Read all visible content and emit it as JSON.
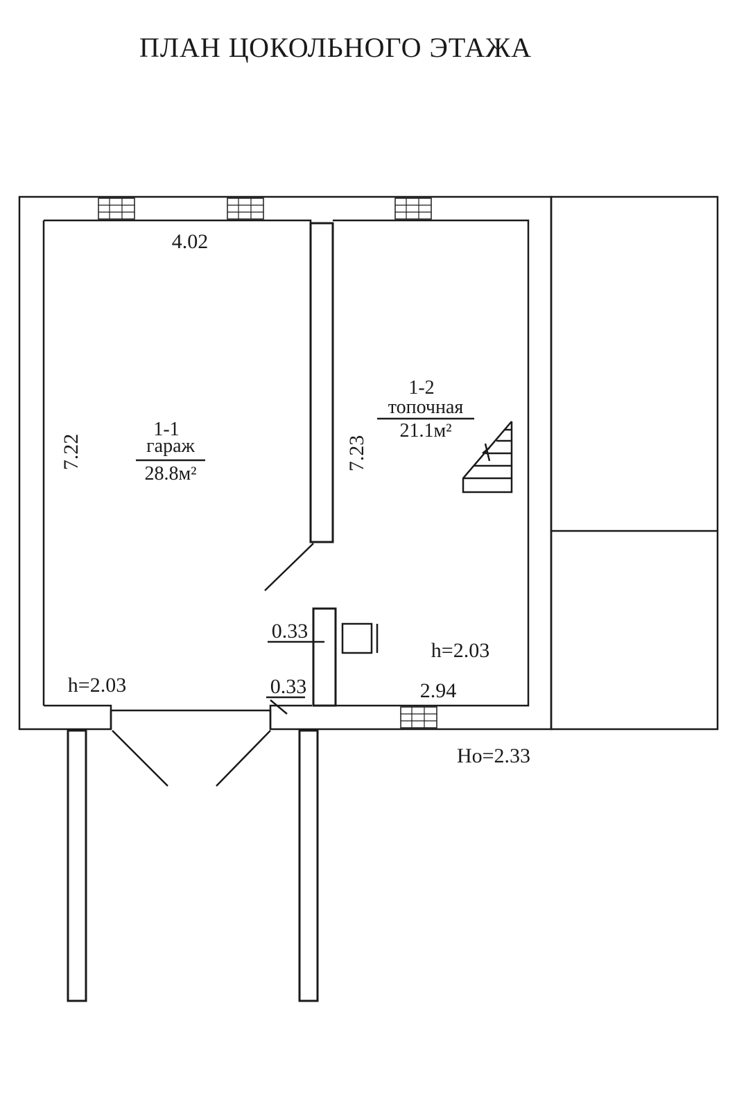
{
  "title": "ПЛАН ЦОКОЛЬНОГО ЭТАЖА",
  "rooms": [
    {
      "id": "1-1",
      "name": "гараж",
      "area": "28.8м²"
    },
    {
      "id": "1-2",
      "name": "топочная",
      "area": "21.1м²"
    }
  ],
  "dimensions": {
    "garage_width": "4.02",
    "garage_length": "7.22",
    "boiler_length": "7.23",
    "boiler_width": "2.94",
    "wall_thickness_upper": "0.33",
    "wall_thickness_lower": "0.33"
  },
  "heights": {
    "garage_h": "h=2.03",
    "boiler_h": "h=2.03",
    "floor_h": "Но=2.33"
  }
}
